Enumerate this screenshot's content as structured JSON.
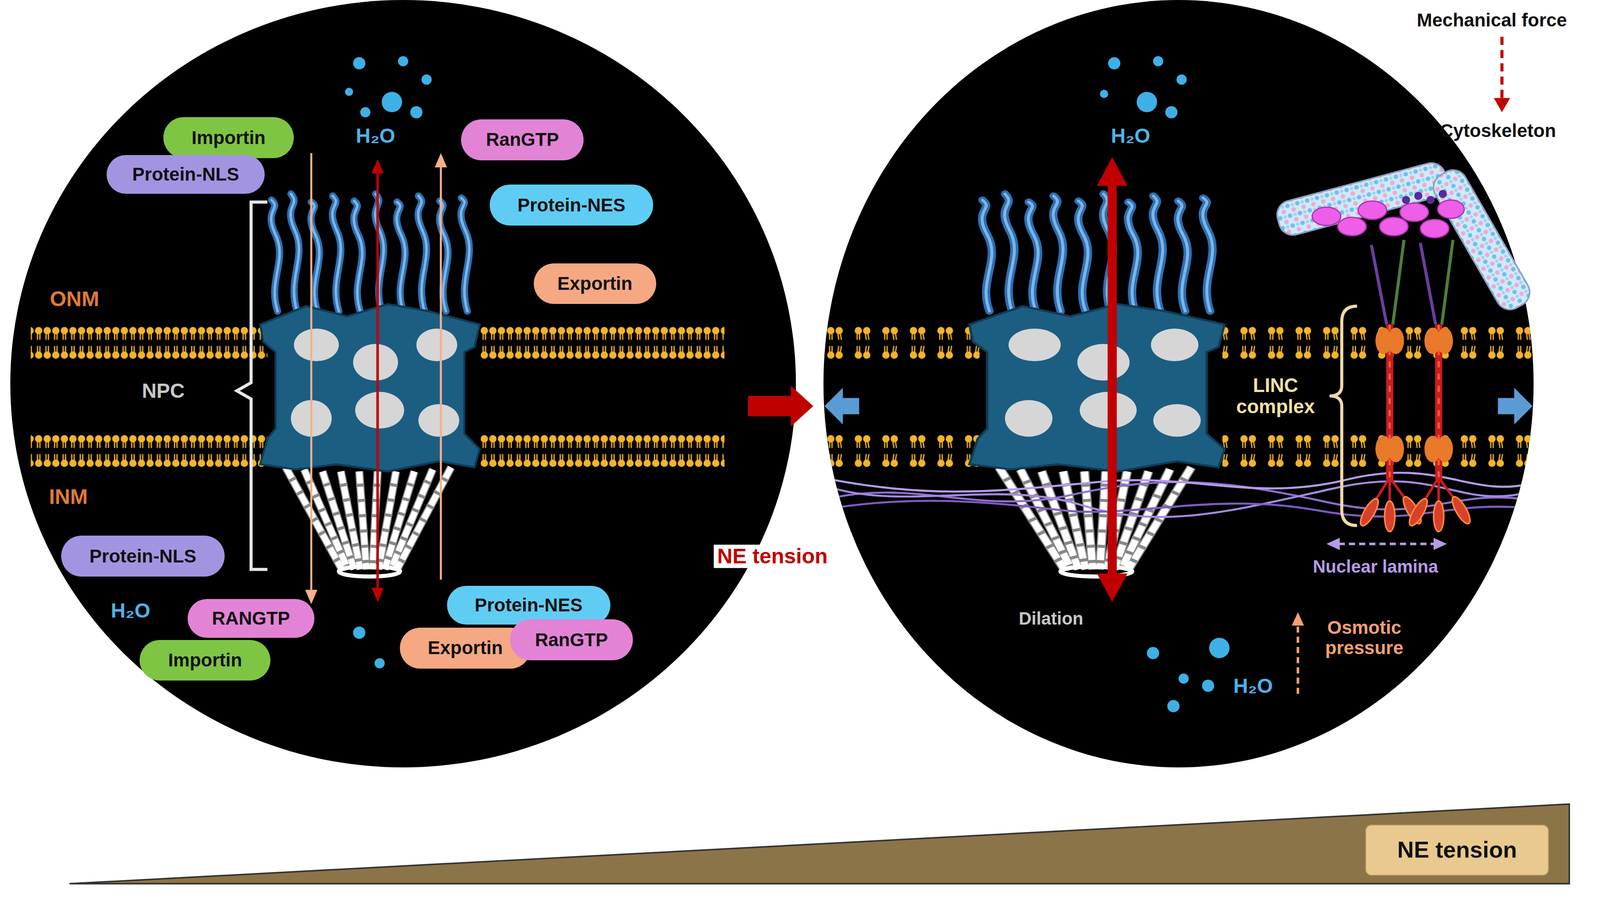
{
  "diagram": {
    "nodes": [
      {
        "text": [
          "Importin"
        ]
      },
      {
        "text": [
          "Protein-NLS"
        ]
      },
      {
        "text": [
          "RanGTP"
        ]
      },
      {
        "text": [
          "Protein-NES"
        ]
      },
      {
        "text": [
          "Exportin"
        ]
      },
      {
        "text": [
          "Protein-NLS"
        ]
      },
      {
        "text": [
          "RANGTP"
        ]
      },
      {
        "text": [
          "Importin"
        ]
      },
      {
        "text": [
          "Protein-NES"
        ]
      },
      {
        "text": [
          "Exportin"
        ]
      },
      {
        "text": [
          "RanGTP"
        ]
      },
      {
        "text": [
          "NE tension"
        ]
      }
    ],
    "labels": [
      "H₂O",
      "ONM",
      "NPC",
      "INM",
      "H₂O",
      "NE tension",
      "Mechanical force",
      "Cytoskeleton",
      "H₂O",
      "LINC complex",
      "Nuclear lamina",
      "Dilation",
      "Osmotic pressure",
      "H₂O"
    ]
  }
}
